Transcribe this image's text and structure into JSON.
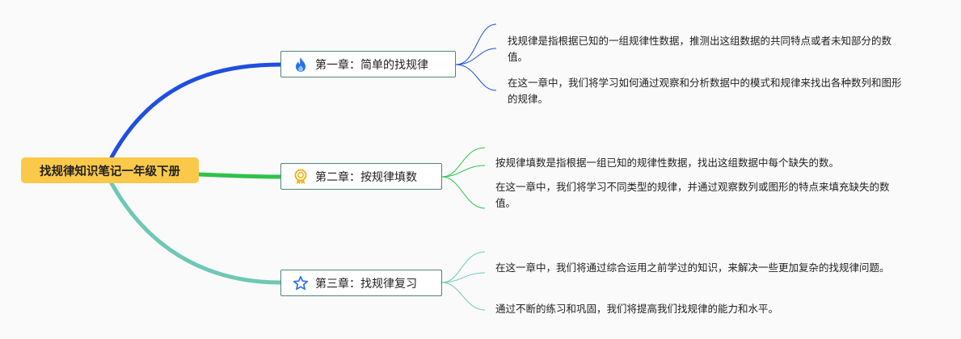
{
  "root": {
    "label": "找规律知识笔记一年级下册"
  },
  "branches": [
    {
      "label": "第一章：简单的找规律",
      "icon": "fire-icon",
      "color": "#1f4fe0",
      "notes": [
        "找规律是指根据已知的一组规律性数据，推测出这组数据的共同特点或者未知部分的数值。",
        "在这一章中，我们将学习如何通过观察和分析数据中的模式和规律来找出各种数列和图形的规律。"
      ]
    },
    {
      "label": "第二章：按规律填数",
      "icon": "award-medal-icon",
      "color": "#2ec24a",
      "notes": [
        "按规律填数是指根据一组已知的规律性数据，找出这组数据中每个缺失的数。",
        "在这一章中，我们将学习不同类型的规律，并通过观察数列或图形的特点来填充缺失的数值。"
      ]
    },
    {
      "label": "第三章：找规律复习",
      "icon": "star-outline-icon",
      "color": "#6ec8b5",
      "notes": [
        "在这一章中，我们将通过综合运用之前学过的知识，来解决一些更加复杂的找规律问题。",
        "通过不断的练习和巩固，我们将提高我们找规律的能力和水平。"
      ]
    }
  ]
}
